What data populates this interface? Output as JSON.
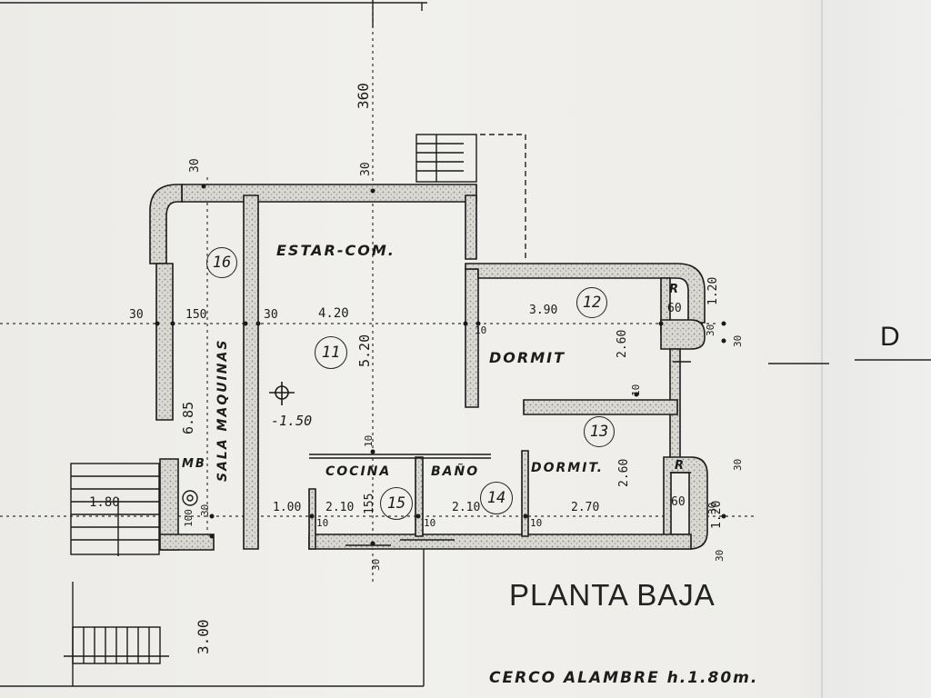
{
  "drawing": {
    "title": "PLANTA BAJA",
    "section_mark": "D",
    "fence_note": "CERCO ALAMBRE h.1.80m."
  },
  "rooms": {
    "estar": {
      "name": "ESTAR-COM.",
      "number": "11",
      "level": "-1.50"
    },
    "sala": {
      "name": "SALA MAQUINAS",
      "number": "16",
      "equipment": "MB"
    },
    "dormit_12": {
      "name": "DORMIT",
      "number": "12",
      "closet": "R"
    },
    "dormit_13": {
      "name": "DORMIT.",
      "number": "13",
      "closet": "R"
    },
    "cocina": {
      "name": "COCINA",
      "number": "15"
    },
    "bano": {
      "name": "BAÑO",
      "number": "14"
    }
  },
  "dimensions": {
    "d_360": "360",
    "d_30_top": "30",
    "d_30_top_left": "30",
    "d_30_left": "30",
    "d_150": "150",
    "d_30_mid": "30",
    "d_420": "4.20",
    "d_520": "5.20",
    "d_390": "3.90",
    "d_10_dormit": "10",
    "d_260_a": "2.60",
    "d_120_a": "1.20",
    "d_60_a": "60",
    "d_30_r1": "30",
    "d_30_r2": "30",
    "d_10_b": "10",
    "d_10_c": "10",
    "d_260_b": "2.60",
    "d_120_b": "1.20",
    "d_60_b": "60",
    "d_30_r3": "30",
    "d_30_r4": "30",
    "d_685": "6.85",
    "d_100_a": "1.00",
    "d_210_a": "2.10",
    "d_155": "155",
    "d_210_b": "2.10",
    "d_270": "2.70",
    "d_10_d": "10",
    "d_10_e": "10",
    "d_10_f": "10",
    "d_100_b": "100",
    "d_30_mb": "30",
    "d_180": "1.80",
    "d_300": "3.00",
    "d_30_bottom": "30",
    "d_30_br": "30"
  }
}
